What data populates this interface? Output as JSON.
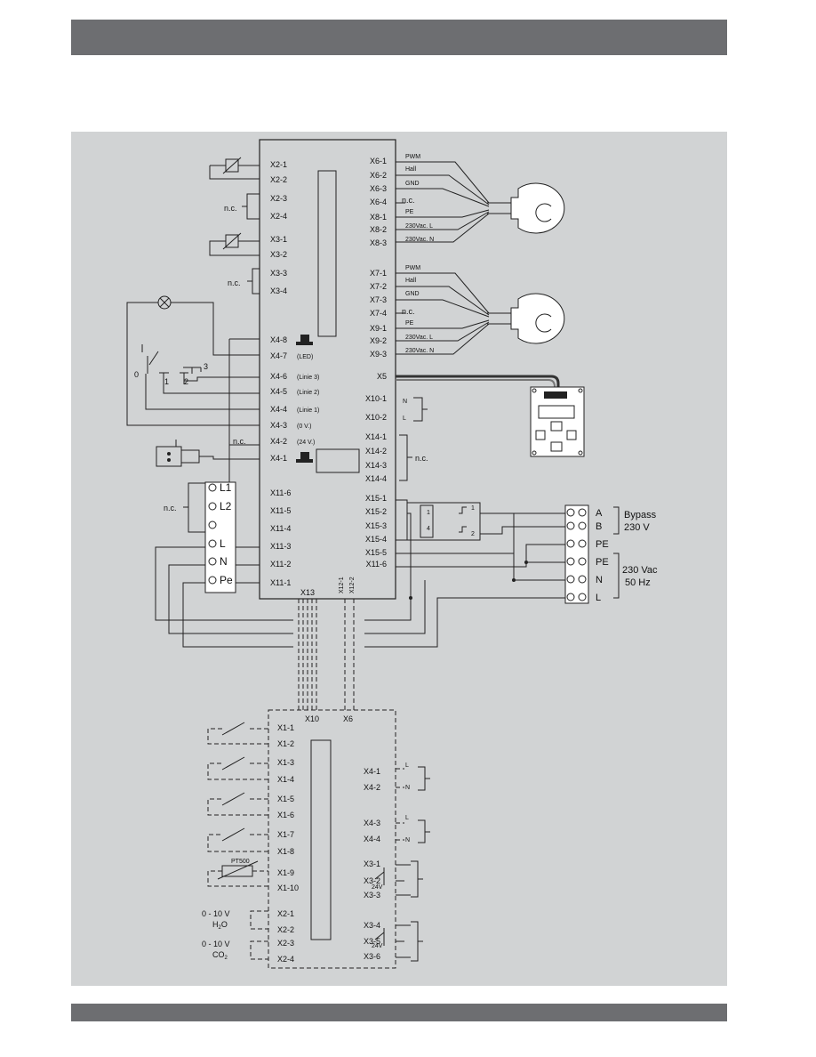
{
  "left_terms": [
    "X2-1",
    "X2-2",
    "X2-3",
    "X2-4",
    "X3-1",
    "X3-2",
    "X3-3",
    "X3-4",
    "X4-8",
    "X4-7",
    "X4-6",
    "X4-5",
    "X4-4",
    "X4-3",
    "X4-2",
    "X4-1"
  ],
  "left_notes": [
    "(LED)",
    "(Linie 3)",
    "(Linie 2)",
    "(Linie 1)",
    "(0 V.)",
    "(24 V.)"
  ],
  "right_terms": [
    "X6-1",
    "X6-2",
    "X6-3",
    "X6-4",
    "X8-1",
    "X8-2",
    "X8-3",
    "X7-1",
    "X7-2",
    "X7-3",
    "X7-4",
    "X9-1",
    "X9-2",
    "X9-3",
    "X5",
    "X10-1",
    "X10-2",
    "X14-1",
    "X14-2",
    "X14-3",
    "X14-4"
  ],
  "fan_labels": [
    "PWM",
    "Hall",
    "GND",
    "n.c.",
    "PE",
    "230Vac. L",
    "230Vac. N"
  ],
  "x11_terms": [
    "X11-6",
    "X11-5",
    "X11-4",
    "X11-3",
    "X11-2",
    "X11-1"
  ],
  "x15_terms": [
    "X15-1",
    "X15-2",
    "X15-3",
    "X15-4",
    "X15-5",
    "X11-6"
  ],
  "nc": "n.c.",
  "nl": [
    "N",
    "L"
  ],
  "relay_nums": [
    "1",
    "4",
    "1",
    "2"
  ],
  "terminal_block_left": [
    "L1",
    "L2",
    "",
    "L",
    "N",
    "Pe"
  ],
  "terminal_block_right": [
    "A",
    "B",
    "PE",
    "PE",
    "N",
    "L"
  ],
  "bypass": [
    "Bypass",
    "230 V"
  ],
  "supply": [
    "230 Vac",
    "50 Hz"
  ],
  "switch_nums": [
    "0",
    "1",
    "2",
    "3"
  ],
  "bus_labels": [
    "X13",
    "X12-1",
    "X12-2",
    "X10",
    "X6"
  ],
  "lower_left_terms": [
    "X1-1",
    "X1-2",
    "X1-3",
    "X1-4",
    "X1-5",
    "X1-6",
    "X1-7",
    "X1-8",
    "X1-9",
    "X1-10",
    "X2-1",
    "X2-2",
    "X2-3",
    "X2-4"
  ],
  "lower_right_terms": [
    "X4-1",
    "X4-2",
    "X4-3",
    "X4-4",
    "X3-1",
    "X3-2",
    "X3-3",
    "X3-4",
    "X3-5",
    "X3-6"
  ],
  "pt500": "PT500",
  "volt_24": "24V",
  "lower_L": "L",
  "lower_N": "N",
  "analog_range": "0 - 10 V",
  "h2o": [
    "H",
    "2",
    "O"
  ],
  "co2": [
    "CO",
    "2"
  ]
}
